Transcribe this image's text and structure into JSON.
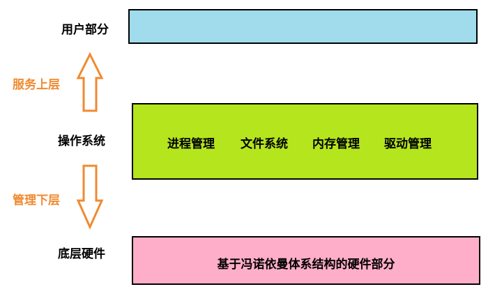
{
  "layers": {
    "user": {
      "label": "用户部分",
      "box_color": "#a0dcec"
    },
    "os": {
      "label": "操作系统",
      "box_color": "#b5e51d",
      "modules": [
        "进程管理",
        "文件系统",
        "内存管理",
        "驱动管理"
      ]
    },
    "hardware": {
      "label": "底层硬件",
      "box_color": "#ffaec9",
      "text": "基于冯诺依曼体系结构的硬件部分"
    }
  },
  "arrows": {
    "up": {
      "label": "服务上层",
      "direction": "up",
      "color": "#f08a30"
    },
    "down": {
      "label": "管理下层",
      "direction": "down",
      "color": "#f08a30"
    }
  },
  "colors": {
    "border": "#000000",
    "accent": "#f08a30"
  }
}
